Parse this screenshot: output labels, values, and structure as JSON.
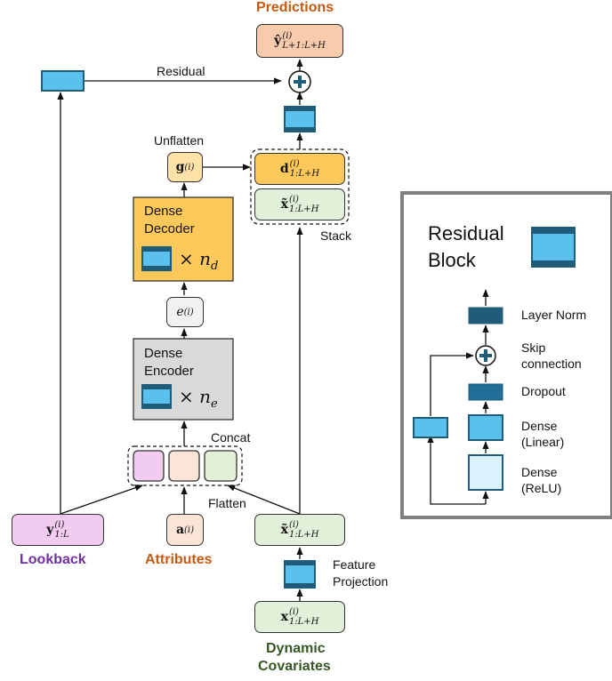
{
  "labels": {
    "predictions": "Predictions",
    "residual": "Residual",
    "unflatten": "Unflatten",
    "stack": "Stack",
    "concat": "Concat",
    "flatten": "Flatten",
    "lookback": "Lookback",
    "attributes": "Attributes",
    "feature_projection_line1": "Feature",
    "feature_projection_line2": "Projection",
    "dynamic_line1": "Dynamic",
    "dynamic_line2": "Covariates"
  },
  "decoder": {
    "line1": "Dense",
    "line2": "Decoder",
    "repeat": "n",
    "repeat_sub": "d"
  },
  "encoder": {
    "line1": "Dense",
    "line2": "Encoder",
    "repeat": "n",
    "repeat_sub": "e"
  },
  "nodes": {
    "y_hat": {
      "main": "ŷ",
      "sup": "(i)",
      "sub": "L+1:L+H"
    },
    "g": {
      "main": "g",
      "sup": "(i)"
    },
    "d": {
      "main": "d",
      "sup": "(i)",
      "sub": "1:L+H"
    },
    "x_tilde_top": {
      "main": "x̃",
      "sup": "(i)",
      "sub": "1:L+H"
    },
    "e": {
      "main": "e",
      "sup": "(i)"
    },
    "y_lookback": {
      "main": "y",
      "sup": "(i)",
      "sub": "1:L"
    },
    "a": {
      "main": "a",
      "sup": "(i)"
    },
    "x_tilde_bottom": {
      "main": "x̃",
      "sup": "(i)",
      "sub": "1:L+H"
    },
    "x": {
      "main": "x",
      "sup": "(i)",
      "sub": "1:L+H"
    }
  },
  "legend": {
    "title_line1": "Residual",
    "title_line2": "Block",
    "layer_norm": "Layer Norm",
    "skip_line1": "Skip",
    "skip_line2": "connection",
    "dropout": "Dropout",
    "dense_linear_line1": "Dense",
    "dense_linear_line2": "(Linear)",
    "dense_relu_line1": "Dense",
    "dense_relu_line2": "(ReLU)"
  },
  "colors": {
    "prediction_orange": "#C55A11",
    "lookback_purple": "#7030A0",
    "covariates_green": "#375623",
    "residual_blue": "#5BC0EB",
    "dark_teal": "#1F5C7A",
    "decoder_orange": "#FFC85A",
    "encoder_gray": "#D9D9D9",
    "pred_fill": "#F8CBAD",
    "green_fill": "#E2F0D9",
    "purple_fill": "#F2CCF0",
    "peach_fill": "#FBE5D6",
    "light_orange": "#FFE2A8",
    "light_blue": "#D9F2FB"
  }
}
